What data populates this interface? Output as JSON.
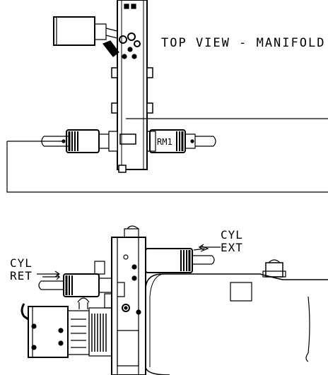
{
  "drawing": {
    "title": "TOP VIEW - MANIFOLD",
    "valve_label": "RM1",
    "cyl_ret_line1": "CYL",
    "cyl_ret_line2": "RET",
    "cyl_ext_line1": "CYL",
    "cyl_ext_line2": "EXT"
  }
}
